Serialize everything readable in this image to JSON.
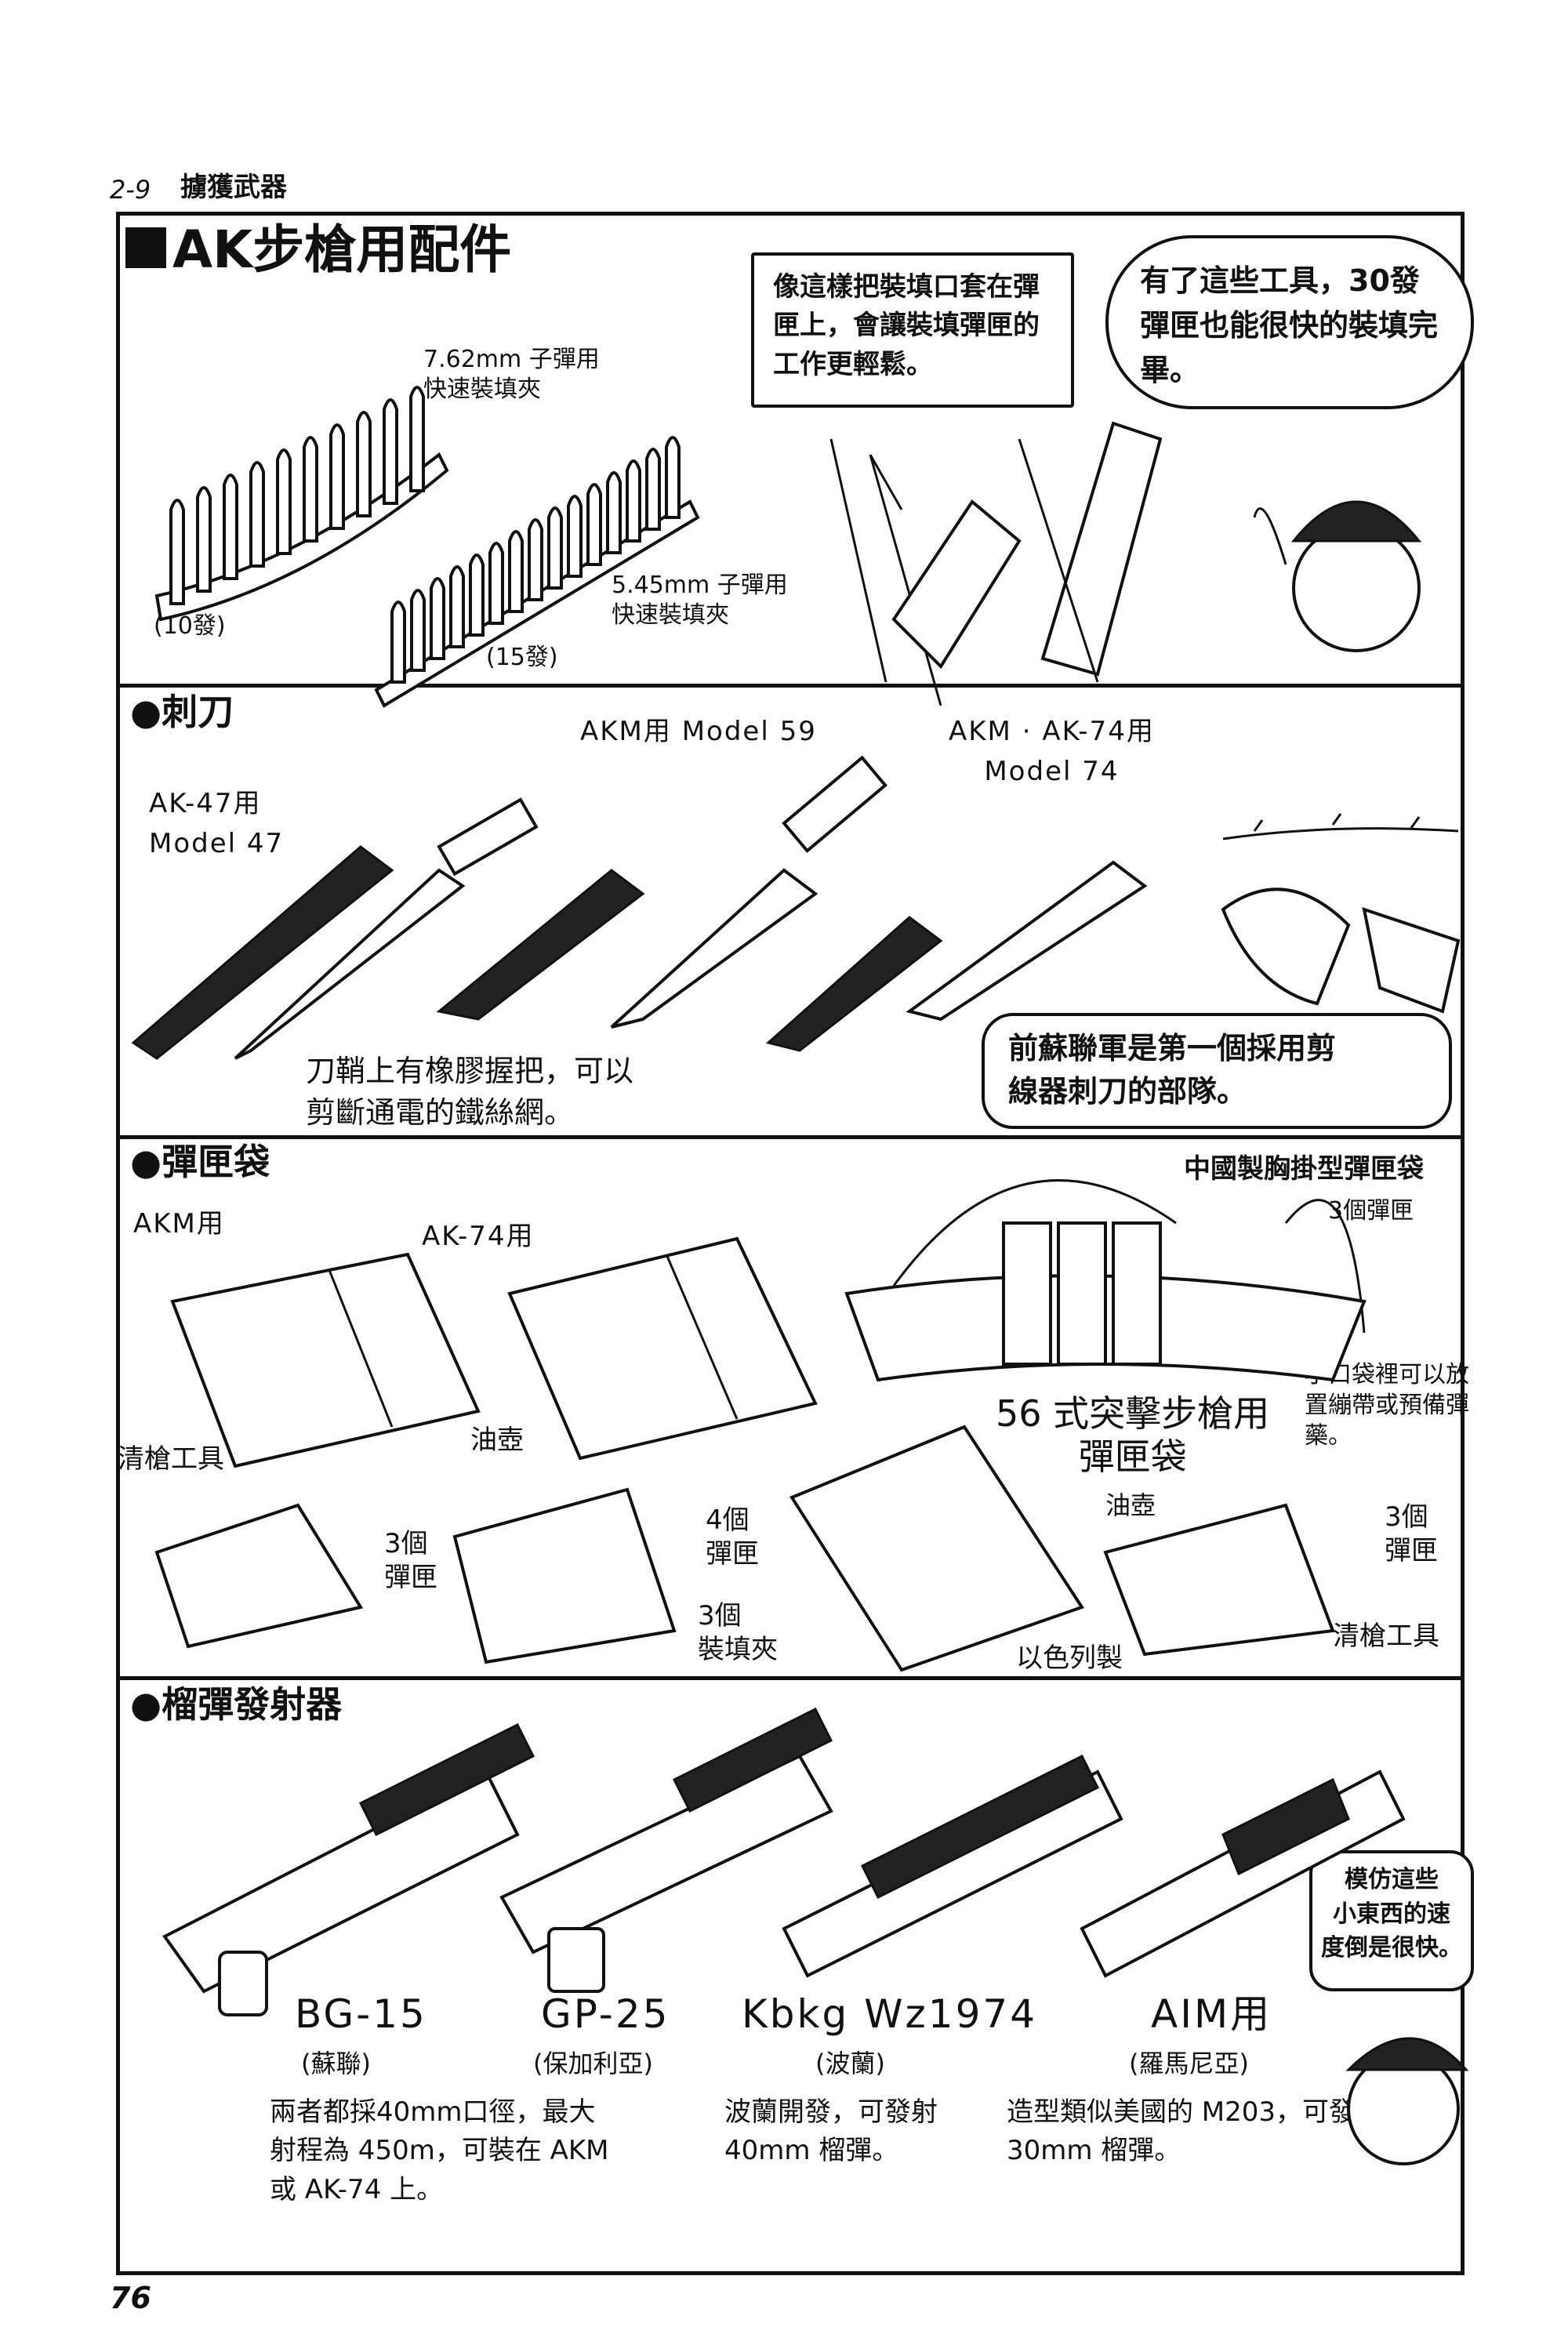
{
  "header": {
    "section_no": "2-9",
    "section_title": "擄獲武器"
  },
  "page_number": "76",
  "title": "AK步槍用配件",
  "panel1": {
    "bubble_left": "像這樣把裝填口套在彈匣上，會讓裝填彈匣的工作更輕鬆。",
    "bubble_right": "有了這些工具，30發彈匣也能很快的裝填完畢。",
    "clip762_label": "7.62mm 子彈用\n快速裝填夾",
    "clip762_count": "(10發)",
    "clip545_label": "5.45mm 子彈用\n快速裝填夾",
    "clip545_count": "(15發)"
  },
  "bayonet": {
    "heading": "●刺刀",
    "ak47": "AK-47用\nModel 47",
    "akm59": "AKM用 Model 59",
    "ak74": "AKM · AK-74用\nModel 74",
    "sheath_note": "刀鞘上有橡膠握把，可以\n剪斷通電的鐵絲網。",
    "bubble": "前蘇聯軍是第一個採用剪\n線器刺刀的部隊。"
  },
  "pouch": {
    "heading": "●彈匣袋",
    "akm": "AKM用",
    "ak74": "AK-74用",
    "chinese": "中國製胸掛型彈匣袋",
    "chinese_count": "3個彈匣",
    "small_pocket": "小口袋裡可以放\n置繃帶或預備彈\n藥。",
    "type56": "56 式突擊步槍用\n彈匣袋",
    "cleaning_tool": "清槍工具",
    "oil_can": "油壺",
    "mag3_a": "3個\n彈匣",
    "mag4": "4個\n彈匣",
    "clips3": "3個\n裝填夾",
    "israel": "以色列製",
    "oil_can_r": "油壺",
    "mag3_r": "3個\n彈匣",
    "cleaning_tool_r": "清槍工具"
  },
  "launcher": {
    "heading": "●榴彈發射器",
    "items": [
      {
        "name": "BG-15",
        "country": "(蘇聯)"
      },
      {
        "name": "GP-25",
        "country": "(保加利亞)"
      },
      {
        "name": "Kbkg Wz1974",
        "country": "(波蘭)"
      },
      {
        "name": "AIM用",
        "country": "(羅馬尼亞)"
      }
    ],
    "note_left": "兩者都採40mm口徑，最大射程為 450m，可裝在 AKM 或 AK-74 上。",
    "note_mid": "波蘭開發，可發射 40mm 榴彈。",
    "note_right": "造型類似美國的 M203，可發射 30mm 榴彈。",
    "bubble": "模仿這些\n小東西的速\n度倒是很快。"
  }
}
